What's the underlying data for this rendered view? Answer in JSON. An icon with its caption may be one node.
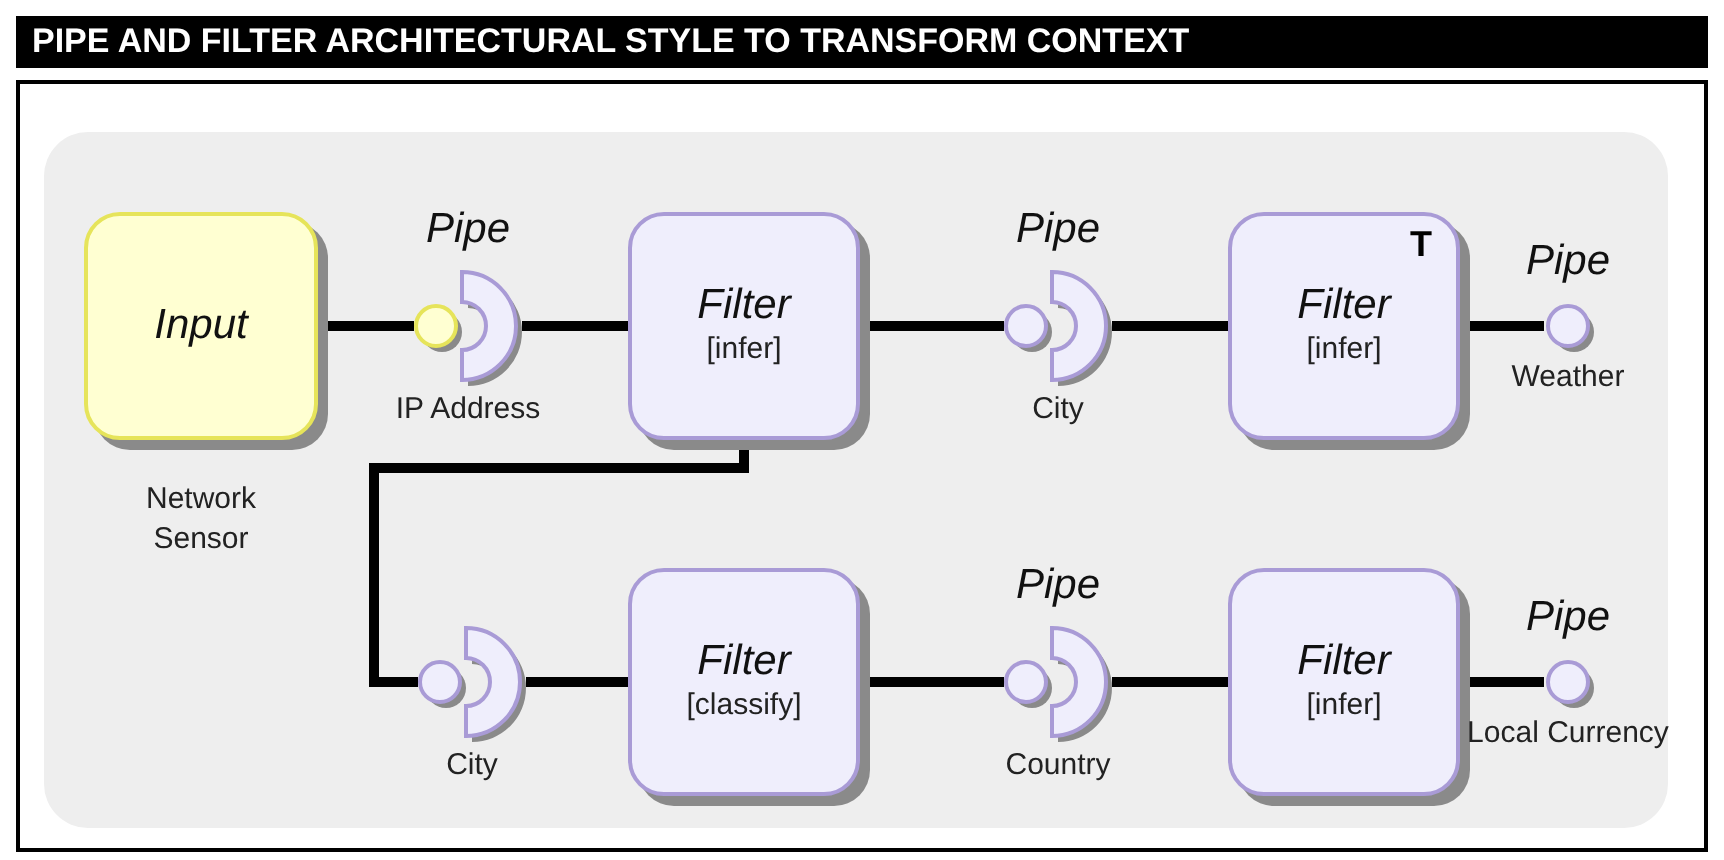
{
  "diagram": {
    "title": "PIPE AND FILTER ARCHITECTURAL STYLE TO TRANSFORM CONTEXT",
    "nodes": [
      {
        "text": [
          "Input"
        ],
        "beside": [
          "Network Sensor"
        ]
      },
      {
        "text": [
          "Pipe",
          "IP Address"
        ]
      },
      {
        "text": [
          "Filter",
          "[infer]"
        ]
      },
      {
        "text": [
          "Pipe",
          "City"
        ]
      },
      {
        "text": [
          "Filter",
          "[infer]",
          "T"
        ]
      },
      {
        "text": [
          "Pipe",
          "Weather"
        ]
      },
      {
        "text": [
          "City"
        ]
      },
      {
        "text": [
          "Filter",
          "[classify]"
        ]
      },
      {
        "text": [
          "Pipe",
          "Country"
        ]
      },
      {
        "text": [
          "Filter",
          "[infer]"
        ]
      },
      {
        "text": [
          "Pipe",
          "Local Currency"
        ]
      }
    ],
    "edges": [
      {
        "from": 0,
        "to": 1,
        "arrow": "none"
      },
      {
        "from": 1,
        "to": 2,
        "arrow": "none"
      },
      {
        "from": 2,
        "to": 3,
        "arrow": "none"
      },
      {
        "from": 3,
        "to": 4,
        "arrow": "none"
      },
      {
        "from": 4,
        "to": 5,
        "arrow": "none"
      },
      {
        "from": 2,
        "to": 6,
        "arrow": "none"
      },
      {
        "from": 6,
        "to": 7,
        "arrow": "none"
      },
      {
        "from": 7,
        "to": 8,
        "arrow": "none"
      },
      {
        "from": 8,
        "to": 9,
        "arrow": "none"
      },
      {
        "from": 9,
        "to": 10,
        "arrow": "none"
      }
    ]
  }
}
